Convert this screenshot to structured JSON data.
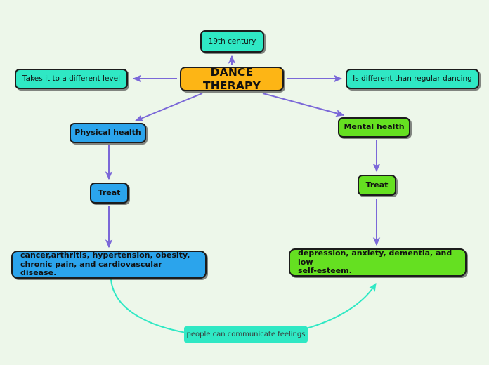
{
  "diagram": {
    "title": "DANCE THERAPY",
    "background_color": "#edf7ea",
    "edge_color": "#7b68d8",
    "curve_edge_color": "#2fe8c4"
  },
  "nodes": {
    "center": {
      "label": "DANCE THERAPY",
      "color": "#fdb515"
    },
    "century": {
      "label": "19th century",
      "color": "#2fe8c4"
    },
    "left_top": {
      "label": "Takes it to a different level",
      "color": "#2fe8c4"
    },
    "right_top": {
      "label": "Is different than regular dancing",
      "color": "#2fe8c4"
    },
    "physical_health": {
      "label": "Physical health",
      "color": "#2ba4ec"
    },
    "mental_health": {
      "label": "Mental health",
      "color": "#65e021"
    },
    "treat_left": {
      "label": "Treat",
      "color": "#2ba4ec"
    },
    "treat_right": {
      "label": "Treat",
      "color": "#65e021"
    },
    "physical_conditions": {
      "line1": "cancer,arthritis, hypertension, obesity,",
      "line2": "chronic pain, and cardiovascular disease.",
      "color": "#2ba4ec"
    },
    "mental_conditions": {
      "line1": "depression, anxiety, dementia, and low",
      "line2": "self-esteem.",
      "color": "#65e021"
    },
    "communicate": {
      "label": "people can communicate feelings",
      "color": "#2fe8c4"
    }
  }
}
